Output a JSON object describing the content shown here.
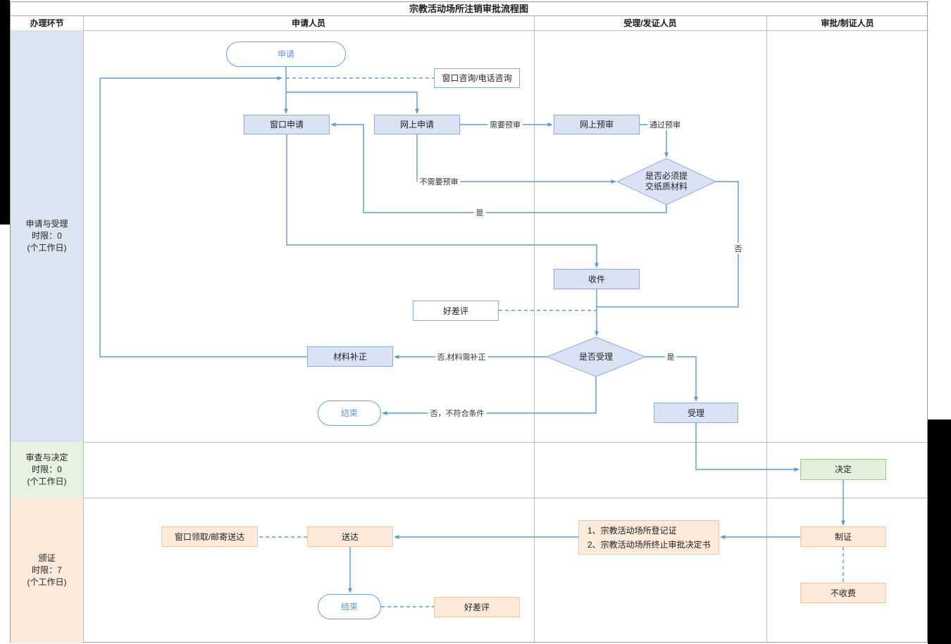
{
  "page": {
    "title": "宗教活动场所注销审批流程图"
  },
  "columns": [
    {
      "label": "办理环节"
    },
    {
      "label": "申请人员"
    },
    {
      "label": "受理/发证人员"
    },
    {
      "label": "审批/制证人员"
    }
  ],
  "stages": [
    {
      "name": "申请与受理",
      "limit": "时限：0",
      "unit": "(个工作日)"
    },
    {
      "name": "审查与决定",
      "limit": "时限：0",
      "unit": "(个工作日)"
    },
    {
      "name": "颁证",
      "limit": "时限：7",
      "unit": "(个工作日)"
    }
  ],
  "nodes": {
    "apply": "申请",
    "consult": "窗口咨询/电话咨询",
    "window_apply": "窗口申请",
    "online_apply": "网上申请",
    "online_precheck": "网上预审",
    "need_paper_line1": "是否必须提",
    "need_paper_line2": "交纸质材料",
    "receive": "收件",
    "review_top": "好差评",
    "accept_decision": "是否受理",
    "material_fix": "材料补正",
    "end1": "结束",
    "accept": "受理",
    "decide": "决定",
    "make_cert": "制证",
    "doc_line1": "1、宗教活动场所登记证",
    "doc_line2": "2、宗教活动场所终止审批决定书",
    "deliver": "送达",
    "pickup": "窗口领取/邮寄送达",
    "end2": "结束",
    "review_bottom": "好差评",
    "no_fee": "不收费"
  },
  "edge_labels": {
    "need_precheck": "需要预审",
    "pass_precheck": "通过预审",
    "no_precheck": "不需要预审",
    "yes_paper": "是",
    "no_paper": "否",
    "no_fix": "否,材料需补正",
    "no_reject": "否，不符合条件",
    "yes_accept": "是"
  },
  "colors": {
    "line_blue": "#5b9bd5",
    "fill_lightblue": "#dae3f3",
    "fill_green": "#e2efda",
    "fill_orange": "#fdeada",
    "stage_blue": "#dbe5f1",
    "stage_green": "#e7f2e1",
    "stage_orange": "#fdeada"
  }
}
